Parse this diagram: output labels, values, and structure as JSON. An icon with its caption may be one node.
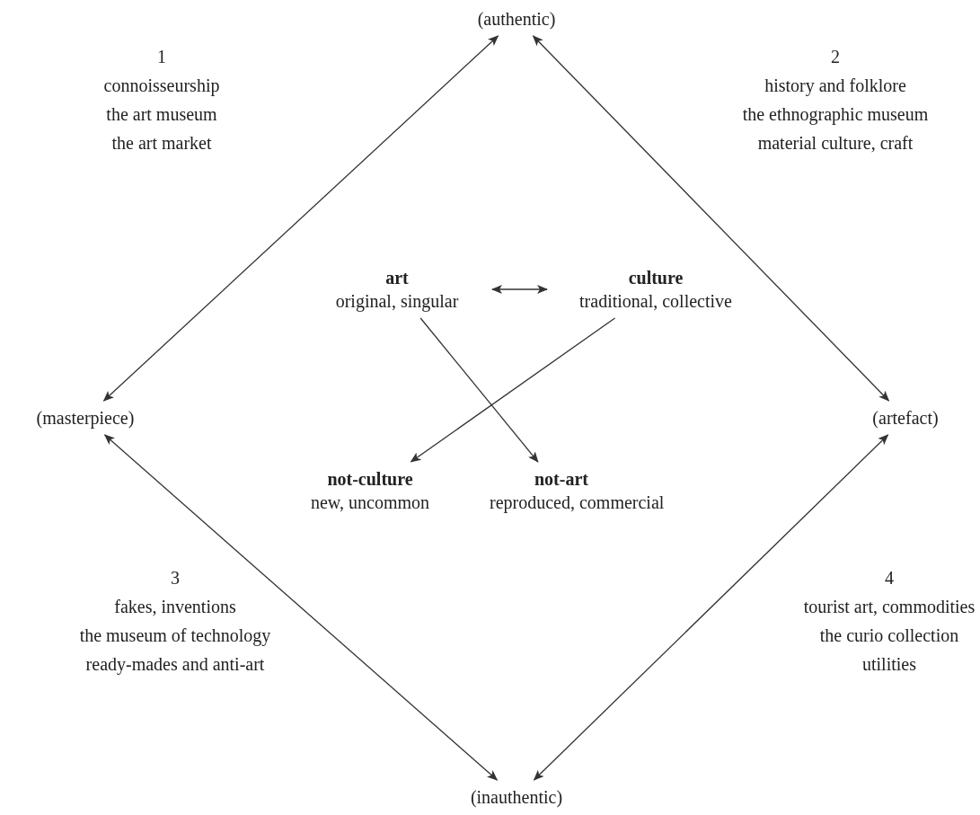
{
  "diagram": {
    "nodes": [
      {
        "text": [
          "(authentic)"
        ]
      },
      {
        "text": [
          "(masterpiece)"
        ]
      },
      {
        "text": [
          "(artefact)"
        ]
      },
      {
        "text": [
          "(inauthentic)"
        ]
      },
      {
        "text": [
          "art",
          "original, singular"
        ]
      },
      {
        "text": [
          "culture",
          "traditional, collective"
        ]
      },
      {
        "text": [
          "not-culture",
          "new, uncommon"
        ]
      },
      {
        "text": [
          "not-art",
          "reproduced, commercial"
        ]
      }
    ],
    "edges": [
      {
        "from": 0,
        "to": 1,
        "arrow": "both"
      },
      {
        "from": 0,
        "to": 2,
        "arrow": "both"
      },
      {
        "from": 4,
        "to": 5,
        "arrow": "both"
      },
      {
        "from": 4,
        "to": 7,
        "arrow": "to"
      },
      {
        "from": 5,
        "to": 6,
        "arrow": "to"
      },
      {
        "from": 1,
        "to": 3,
        "arrow": "both"
      },
      {
        "from": 2,
        "to": 3,
        "arrow": "both"
      }
    ],
    "labels": [
      "1",
      "connoisseurship",
      "the art museum",
      "the art market",
      "2",
      "history and folklore",
      "the ethnographic museum",
      "material culture, craft",
      "3",
      "fakes, inventions",
      "the museum of technology",
      "ready-mades and anti-art",
      "4",
      "tourist art, commodities",
      "the curio collection",
      "utilities"
    ]
  }
}
